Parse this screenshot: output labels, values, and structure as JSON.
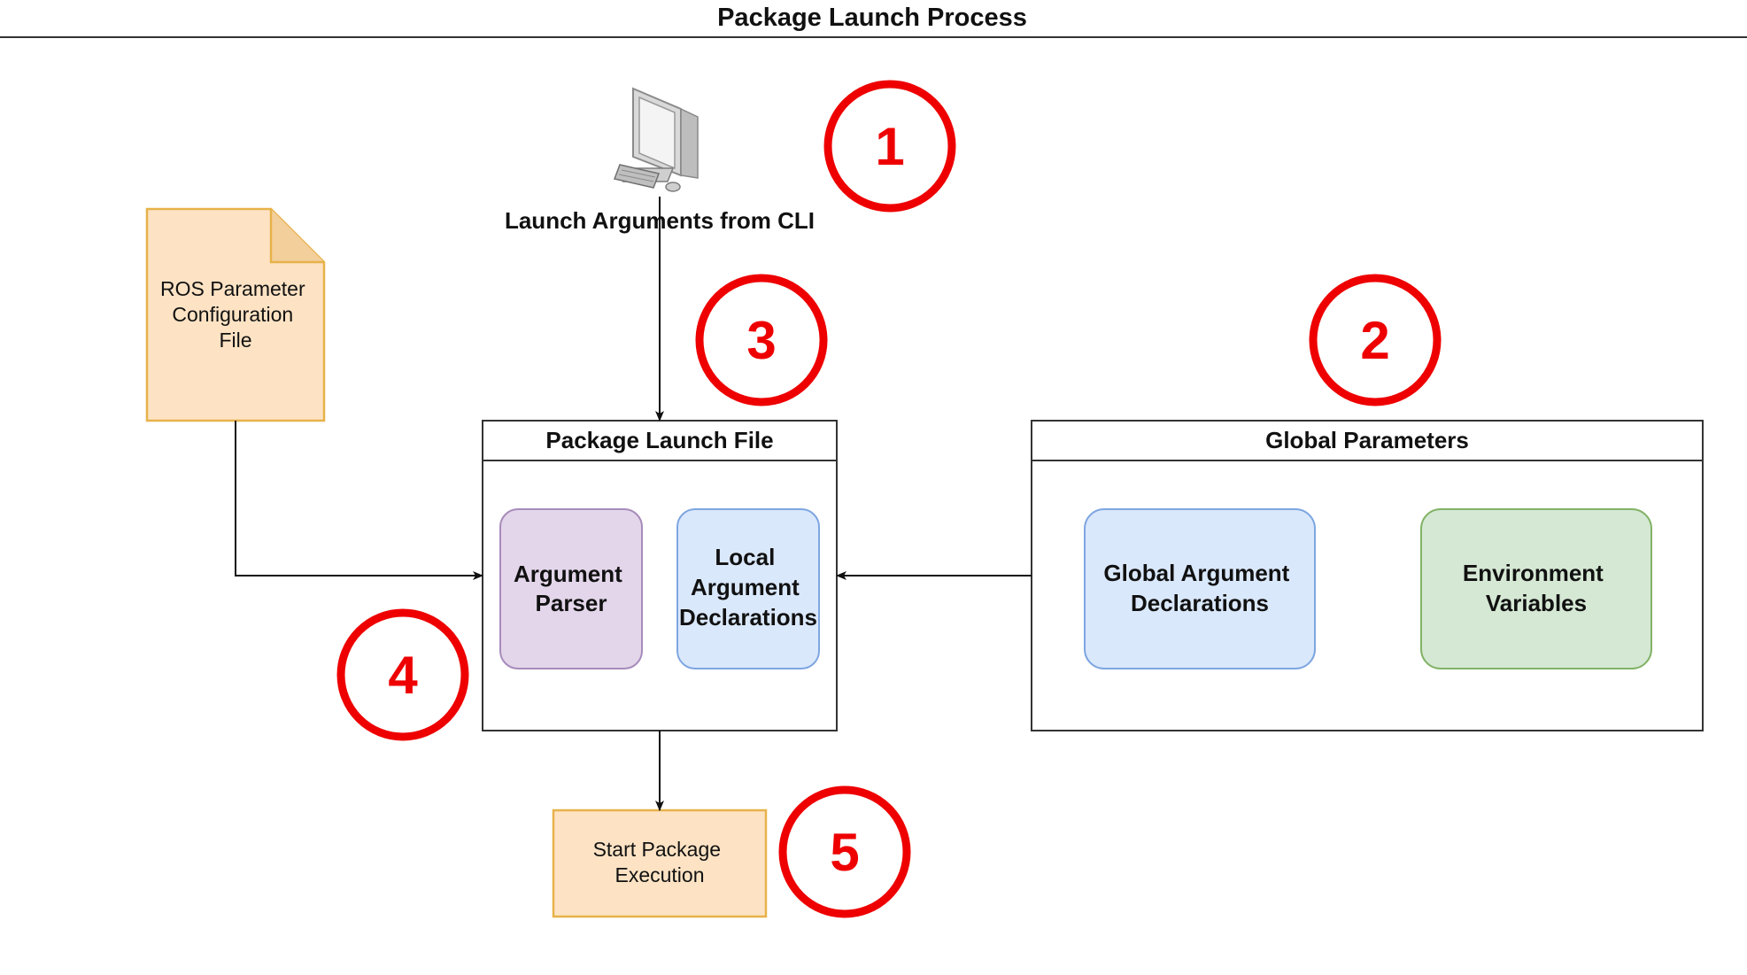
{
  "title": "Package Launch Process",
  "cli": {
    "label": "Launch Arguments from CLI",
    "icon": "computer-icon"
  },
  "ros_config": {
    "lines": [
      "ROS Parameter",
      "Configuration",
      "File"
    ],
    "icon": "file-icon"
  },
  "launch_file": {
    "title": "Package Launch File",
    "argument_parser": [
      "Argument",
      "Parser"
    ],
    "local_args": [
      "Local",
      "Argument",
      "Declarations"
    ]
  },
  "global_params": {
    "title": "Global Parameters",
    "global_args": [
      "Global Argument",
      "Declarations"
    ],
    "env_vars": [
      "Environment",
      "Variables"
    ]
  },
  "start_exec": [
    "Start Package",
    "Execution"
  ],
  "markers": {
    "m1": "1",
    "m2": "2",
    "m3": "3",
    "m4": "4",
    "m5": "5"
  },
  "colors": {
    "marker_red": "#ee0000",
    "file_fill": "#fde3c4",
    "file_stroke": "#e7b24a",
    "purple_fill": "#e3d6ea",
    "purple_stroke": "#a78bbb",
    "blue_fill": "#dae8fc",
    "blue_stroke": "#7ea6e0",
    "green_fill": "#d5e8d4",
    "green_stroke": "#82b366"
  }
}
